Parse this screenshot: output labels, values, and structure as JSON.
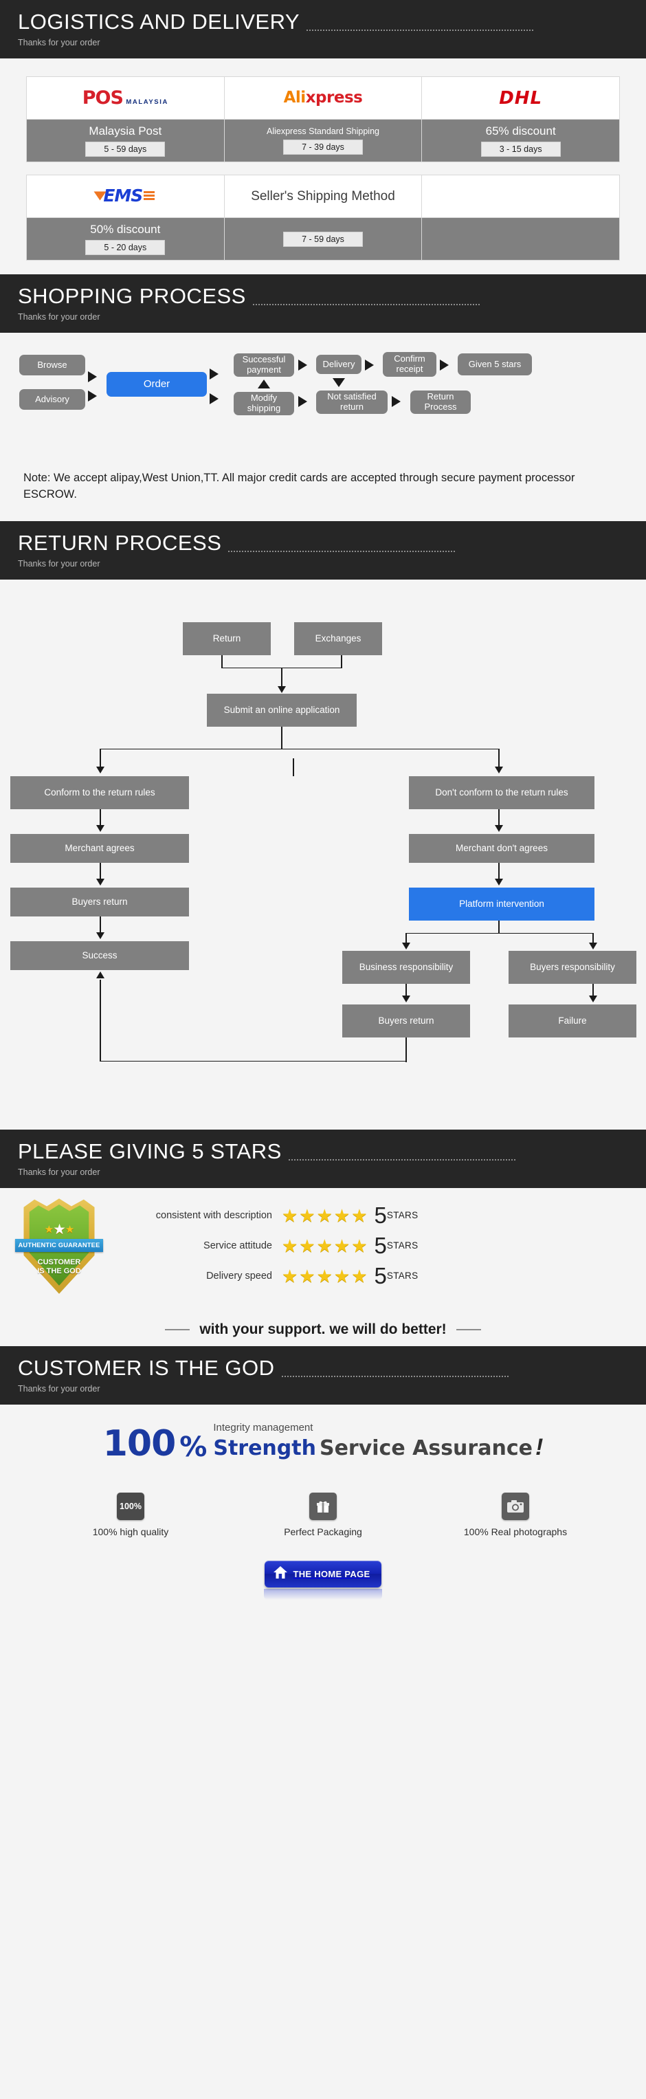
{
  "sections": {
    "logistics": {
      "title": "LOGISTICS AND DELIVERY",
      "subtitle": "Thanks for your order"
    },
    "shopping": {
      "title": "SHOPPING PROCESS",
      "subtitle": "Thanks for your order"
    },
    "returns": {
      "title": "RETURN PROCESS",
      "subtitle": "Thanks for your order"
    },
    "stars": {
      "title": "PLEASE GIVING 5 STARS",
      "subtitle": "Thanks for your order"
    },
    "customer": {
      "title": "CUSTOMER IS THE GOD",
      "subtitle": "Thanks for your order"
    }
  },
  "shipping_table": {
    "row1": [
      {
        "logo": "pos-malaysia-logo",
        "logo_top": "POS",
        "logo_bottom": "MALAYSIA",
        "name": "Malaysia Post",
        "days": "5 - 59  days"
      },
      {
        "logo": "aliexpress-logo",
        "logo_a": "Ali",
        "logo_x": "xpress",
        "name": "Aliexpress Standard Shipping",
        "days": "7 - 39  days"
      },
      {
        "logo": "dhl-logo",
        "logo_text": "DHL",
        "name": "65% discount",
        "days": "3 - 15  days"
      }
    ],
    "row2": [
      {
        "logo": "ems-logo",
        "logo_text": "EMS",
        "name": "50% discount",
        "days": "5 - 20  days"
      },
      {
        "logo": "sellers-shipping-method-text",
        "logo_text": "Seller's Shipping Method",
        "name": "",
        "days": "7 - 59  days"
      },
      {
        "logo": "",
        "logo_text": "",
        "name": "",
        "days": ""
      }
    ]
  },
  "shopping_flow": {
    "nodes": {
      "browse": "Browse",
      "advisory": "Advisory",
      "order": "Order",
      "successful_payment": "Successful payment",
      "modify_shipping": "Modify shipping",
      "delivery": "Delivery",
      "confirm_receipt": "Confirm receipt",
      "given_5_stars": "Given 5 stars",
      "not_satisfied_return": "Not satisfied return",
      "return_process": "Return Process"
    },
    "note": "Note: We accept alipay,West Union,TT. All major credit cards are accepted through secure payment processor ESCROW."
  },
  "return_flow": {
    "nodes": {
      "return": "Return",
      "exchanges": "Exchanges",
      "submit": "Submit an online application",
      "conform": "Conform to the return rules",
      "dont_conform": "Don't conform to the return rules",
      "merchant_agrees": "Merchant agrees",
      "merchant_dont_agrees": "Merchant don't agrees",
      "buyers_return_left": "Buyers return",
      "platform_intervention": "Platform intervention",
      "success": "Success",
      "business_responsibility": "Business responsibility",
      "buyers_responsibility": "Buyers responsibility",
      "buyers_return_right": "Buyers return",
      "failure": "Failure"
    }
  },
  "stars_section": {
    "badge": {
      "ribbon": "AUTHENTIC GUARANTEE",
      "line1": "CUSTOMER",
      "line2": "IS THE GOD",
      "stars": "★★★★★"
    },
    "ratings": [
      {
        "label": "consistent with description",
        "stars": "★★★★★",
        "score": "5",
        "unit": "STARS"
      },
      {
        "label": "Service attitude",
        "stars": "★★★★★",
        "score": "5",
        "unit": "STARS"
      },
      {
        "label": "Delivery speed",
        "stars": "★★★★★",
        "score": "5",
        "unit": "STARS"
      }
    ],
    "support_text": "with your support. we will do better!"
  },
  "customer_section": {
    "hundred": "100",
    "percent": "%",
    "integrity": "Integrity management",
    "strength": "Strength",
    "service": "Service Assurance",
    "exclaim": "!",
    "features": [
      {
        "icon": "hundred-percent-icon",
        "icon_text": "100%",
        "label": "100% high quality"
      },
      {
        "icon": "gift-box-icon",
        "icon_text": "",
        "label": "Perfect Packaging"
      },
      {
        "icon": "camera-icon",
        "icon_text": "",
        "label": "100% Real photographs"
      }
    ],
    "home_button": "THE HOME PAGE"
  },
  "colors": {
    "banner_bg": "#262626",
    "node_gray": "#808080",
    "accent_blue": "#2878e8",
    "page_bg": "#f4f4f4"
  }
}
